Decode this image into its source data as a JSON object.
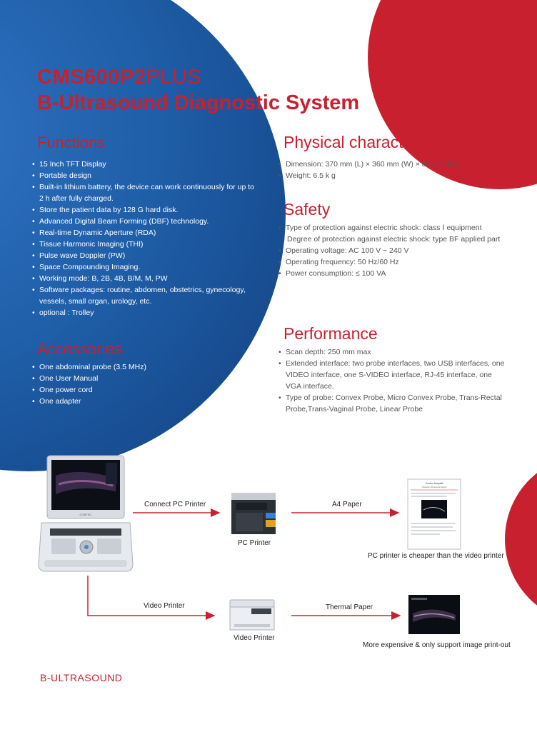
{
  "header": {
    "model_bold": "CMS600P2",
    "model_thin": "PLUS",
    "title": "B-Ultrasound Diagnostic System"
  },
  "functions": {
    "heading": "Functions",
    "items": [
      "15 Inch TFT Display",
      "Portable design",
      "Built-in lithium battery, the device can work continuously for up to 2 h after fully charged.",
      "Store the patient data by 128 G hard disk.",
      "Advanced Digital Beam Forming (DBF) technology.",
      "Real-time Dynamic Aperture (RDA)",
      "Tissue Harmonic Imaging (THI)",
      "Pulse wave Doppler (PW)",
      "Space Compounding Imaging.",
      "Working mode: B, 2B, 4B, B/M, M, PW",
      "Software packages: routine, abdomen, obstetrics, gynecology, vessels, small organ, urology, etc.",
      "optional : Trolley"
    ]
  },
  "accessories": {
    "heading": "Accessories",
    "items": [
      "One abdominal probe (3.5 MHz)",
      "One User Manual",
      "One power cord",
      "One adapter"
    ]
  },
  "physical": {
    "heading": "Physical characteristic",
    "items": [
      "Dimension: 370 mm (L) × 360 mm (W) × 80 mm (H)",
      "Weight: 6.5 k g"
    ]
  },
  "safety": {
    "heading": "Safety",
    "line1": "Type of protection against electric shock: class Ⅰ equipment",
    "line1b": "Degree of protection against electric shock: type BF applied part",
    "items": [
      "Operating voltage: AC 100 V ~ 240 V",
      "Operating frequency: 50 Hz/60 Hz",
      "Power consumption: ≤ 100 VA"
    ]
  },
  "performance": {
    "heading": "Performance",
    "items": [
      "Scan depth: 250 mm max",
      "Extended interface: two probe interfaces, two USB interfaces, one VIDEO interface, one S-VIDEO interface, RJ-45 interface, one VGA interface.",
      "Type of probe: Convex Probe, Micro Convex Probe, Trans-Rectal Probe,Trans-Vaginal Probe, Linear Probe"
    ]
  },
  "diagram": {
    "device_brand": "CONTEC",
    "connect_pc_printer": "Connect PC Printer",
    "pc_printer": "PC Printer",
    "a4_paper": "A4 Paper",
    "pc_note": "PC printer is cheaper than the video printer",
    "video_printer_arrow": "Video Printer",
    "video_printer": "Video Printer",
    "thermal_paper": "Thermal Paper",
    "video_note": "More expensive & only support image print-out",
    "report_title": "Contec Hospital",
    "report_subtitle": "Obstetric Ultrasound Report"
  },
  "footer": {
    "text": "B-ULTRASOUND"
  },
  "colors": {
    "brand_red": "#c8202f",
    "brand_blue": "#1f5ea8"
  }
}
